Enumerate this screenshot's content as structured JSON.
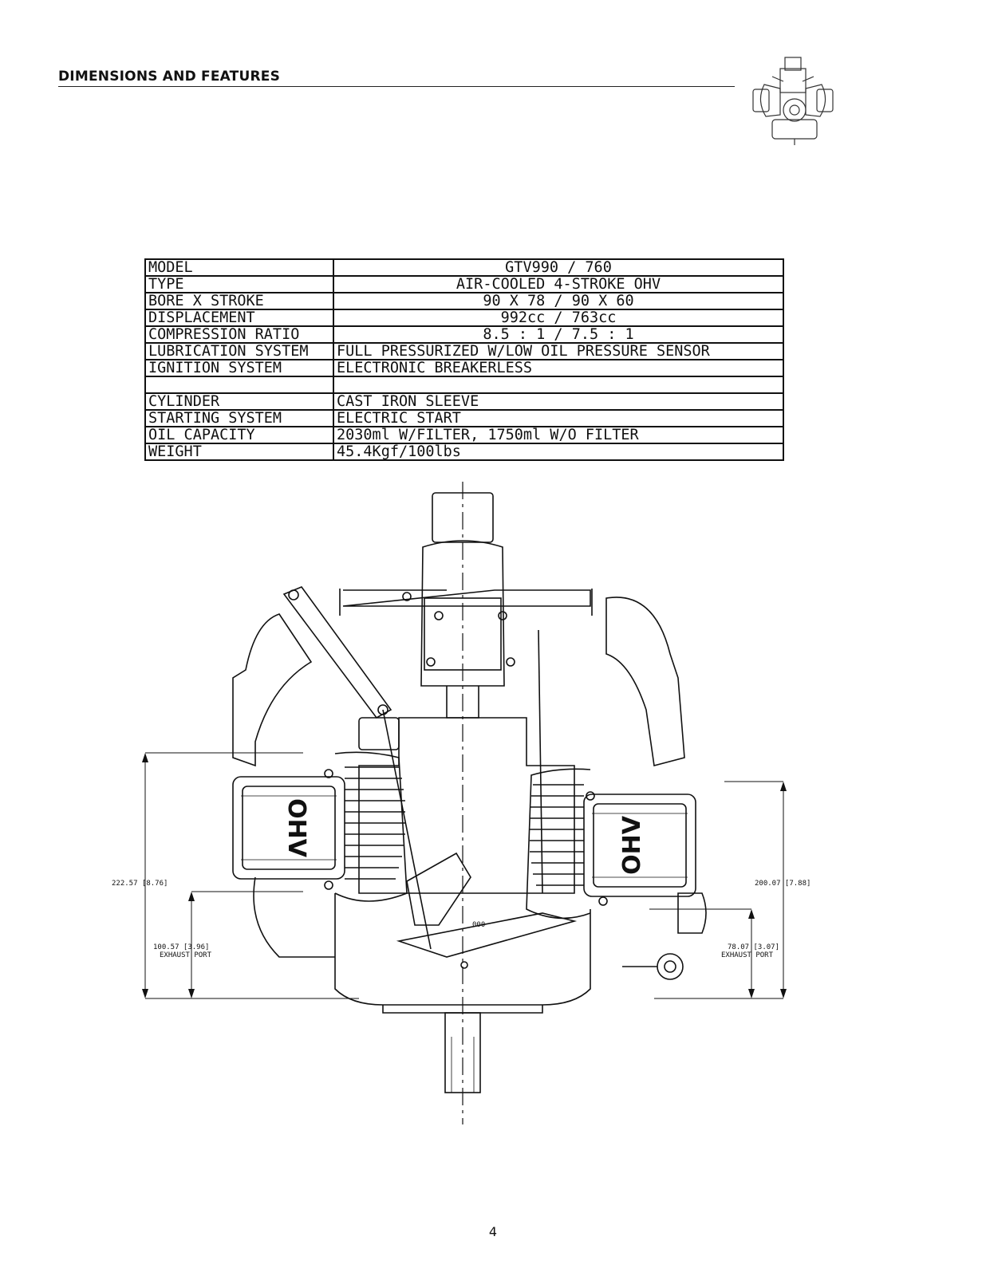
{
  "header": {
    "title": "DIMENSIONS AND FEATURES"
  },
  "specs": [
    {
      "label": "MODEL",
      "value": "GTV990 / 760",
      "center": true
    },
    {
      "label": "TYPE",
      "value": "AIR-COOLED 4-STROKE OHV",
      "center": true
    },
    {
      "label": "BORE X STROKE",
      "value": "90 X 78 / 90 X 60",
      "center": true
    },
    {
      "label": "DISPLACEMENT",
      "value": "992cc / 763cc",
      "center": true
    },
    {
      "label": "COMPRESSION RATIO",
      "value": "8.5 : 1 / 7.5 : 1",
      "center": true
    },
    {
      "label": "LUBRICATION SYSTEM",
      "value": "FULL PRESSURIZED W/LOW OIL PRESSURE SENSOR",
      "center": false
    },
    {
      "label": "IGNITION SYSTEM",
      "value": "ELECTRONIC BREAKERLESS",
      "center": false
    },
    {
      "label": "",
      "value": "",
      "center": false
    },
    {
      "label": "CYLINDER",
      "value": "CAST IRON SLEEVE",
      "center": false
    },
    {
      "label": "STARTING SYSTEM",
      "value": "ELECTRIC START",
      "center": false
    },
    {
      "label": "OIL CAPACITY",
      "value": "2030ml W/FILTER, 1750ml W/O FILTER",
      "center": false
    },
    {
      "label": "WEIGHT",
      "value": "45.4Kgf/100lbs",
      "center": false
    }
  ],
  "drawing": {
    "cover_left": "OHV",
    "cover_right": "OHV",
    "small_mark": "000",
    "dim_left_total": "222.57 [8.76]",
    "dim_left_exhaust_value": "100.57 [3.96]",
    "dim_left_exhaust_label": "EXHAUST PORT",
    "dim_right_total": "200.07 [7.88]",
    "dim_right_exhaust_value": "78.07 [3.07]",
    "dim_right_exhaust_label": "EXHAUST PORT"
  },
  "footer": {
    "page_number": "4"
  }
}
